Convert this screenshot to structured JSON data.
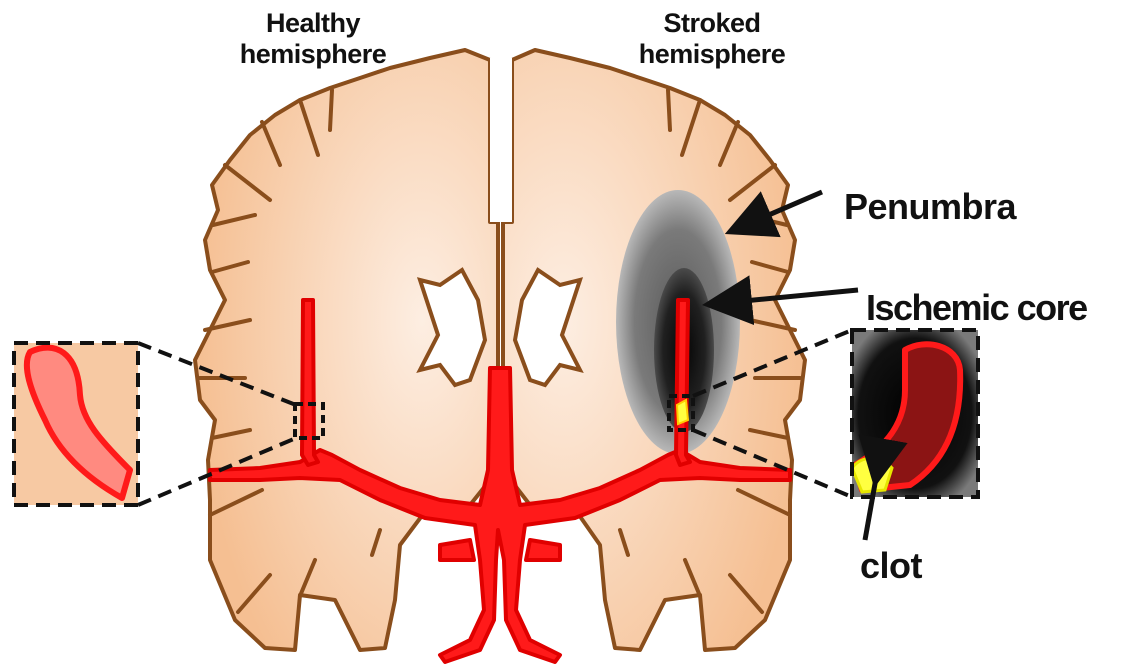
{
  "labels": {
    "healthy_line1": "Healthy",
    "healthy_line2": "hemisphere",
    "stroked_line1": "Stroked",
    "stroked_line2": "hemisphere",
    "penumbra": "Penumbra",
    "ischemic_core": "Ischemic core",
    "clot": "clot"
  },
  "colors": {
    "tissue": "#f7c9a3",
    "tissue_outline": "#8a4e1c",
    "vessel": "#ff1a1a",
    "vessel_outline": "#e00000",
    "healthy_inset_fill": "#ff8a80",
    "stroked_inset_fill": "#8b1414",
    "penumbra": "#8a8a8a",
    "core": "#1a1a1a",
    "clot": "#ffff40"
  },
  "icons": {
    "brain": "coronal-brain-section",
    "healthy_inset": "healthy-vessel-zoom",
    "stroked_inset": "occluded-vessel-zoom"
  }
}
